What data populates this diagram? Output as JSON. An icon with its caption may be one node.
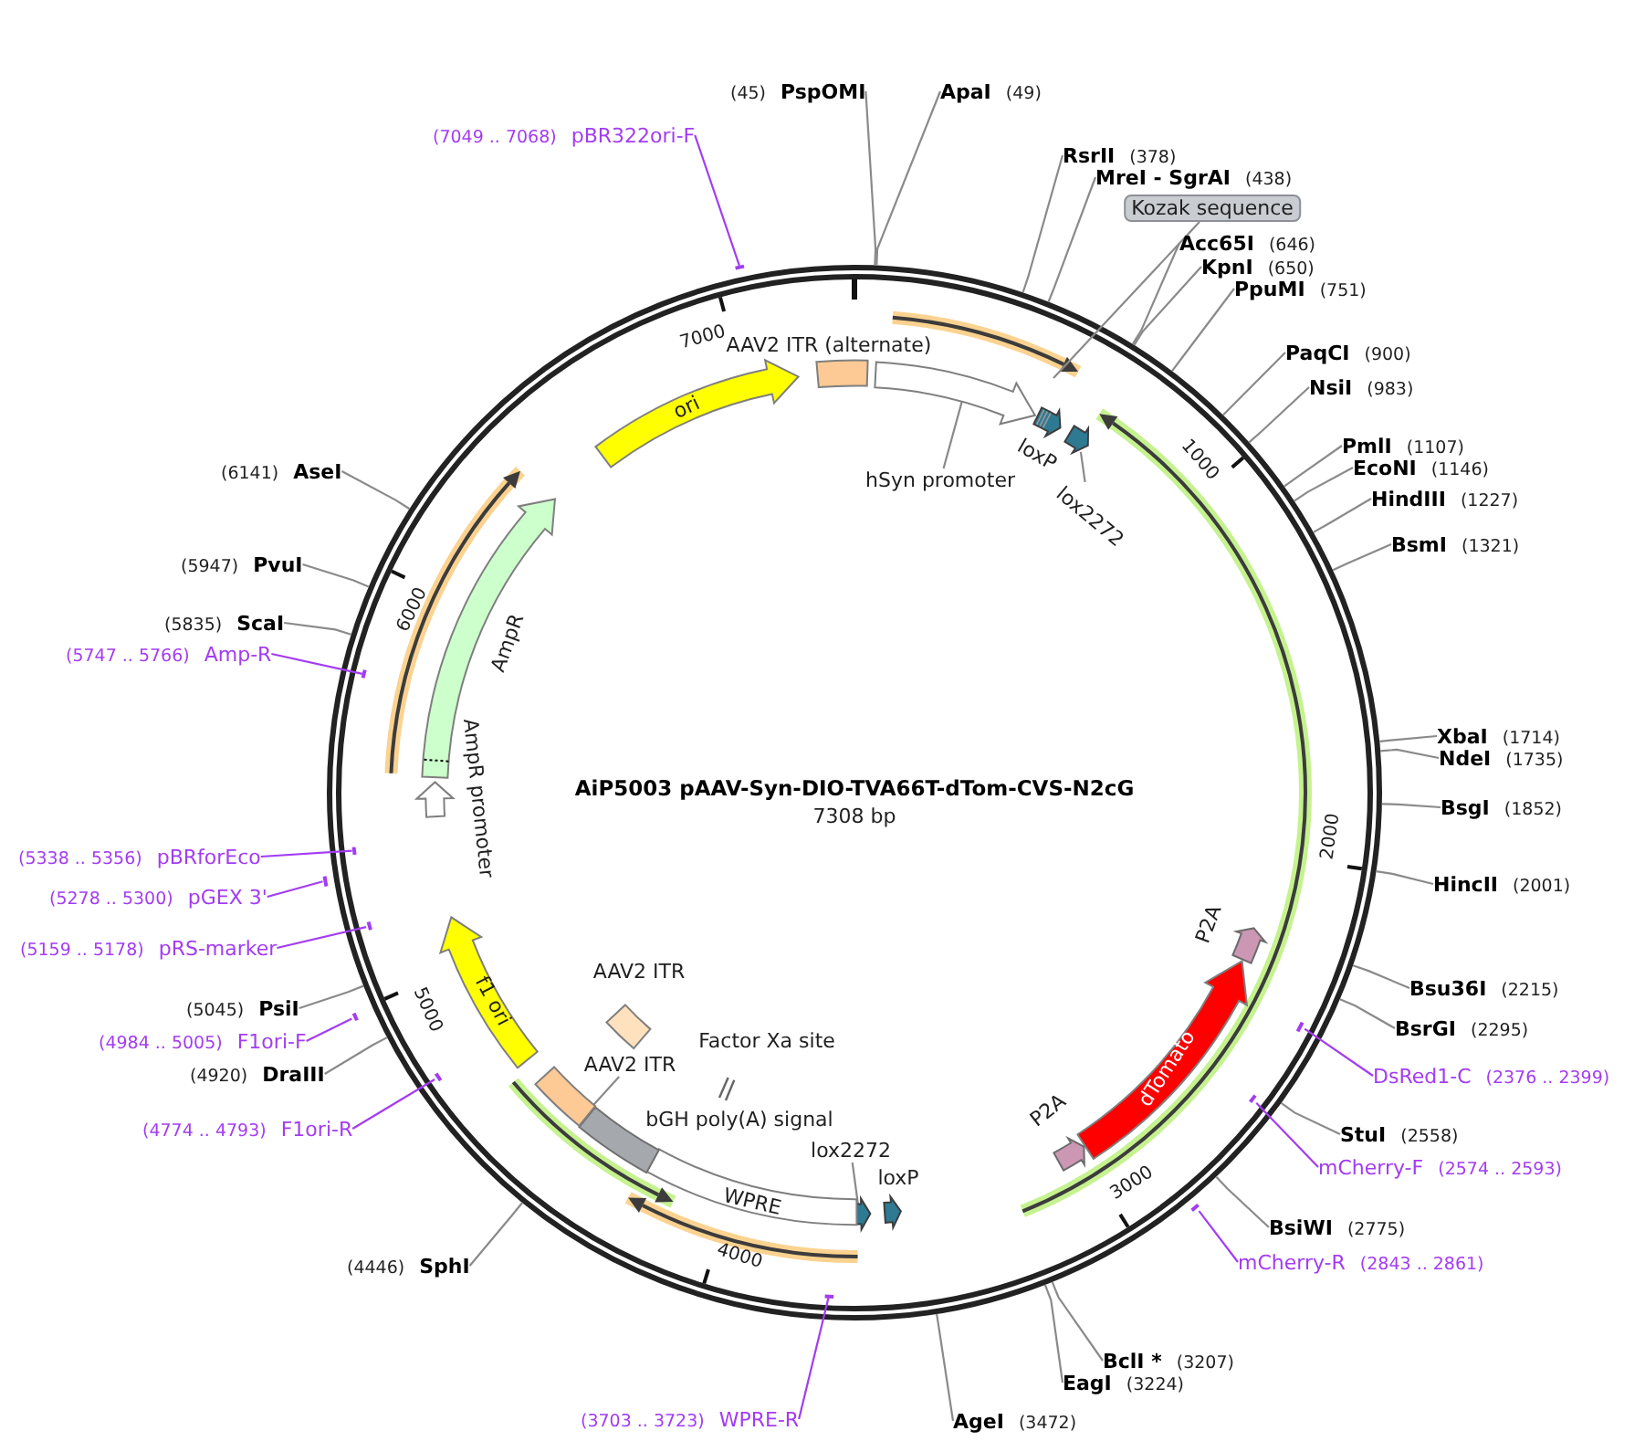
{
  "diagram": {
    "title": "AiP5003 pAAV-Syn-DIO-TVA66T-dTom-CVS-N2cG",
    "nodes": [
      {
        "text": [
          "(45)",
          "PspOMI"
        ]
      },
      {
        "text": [
          "ApaI",
          "(49)"
        ]
      },
      {
        "text": [
          "RsrII",
          "(378)"
        ]
      },
      {
        "text": [
          "MreI - SgrAI",
          "(438)"
        ]
      },
      {
        "text": [
          "Kozak sequence"
        ]
      },
      {
        "text": [
          "Acc65I",
          "(646)"
        ]
      },
      {
        "text": [
          "KpnI",
          "(650)"
        ]
      },
      {
        "text": [
          "PpuMI",
          "(751)"
        ]
      },
      {
        "text": [
          "PaqCI",
          "(900)"
        ]
      },
      {
        "text": [
          "NsiI",
          "(983)"
        ]
      },
      {
        "text": [
          "PmlI",
          "(1107)"
        ]
      },
      {
        "text": [
          "EcoNI",
          "(1146)"
        ]
      },
      {
        "text": [
          "HindIII",
          "(1227)"
        ]
      },
      {
        "text": [
          "BsmI",
          "(1321)"
        ]
      },
      {
        "text": [
          "XbaI",
          "(1714)"
        ]
      },
      {
        "text": [
          "NdeI",
          "(1735)"
        ]
      },
      {
        "text": [
          "BsgI",
          "(1852)"
        ]
      },
      {
        "text": [
          "HincII",
          "(2001)"
        ]
      },
      {
        "text": [
          "Bsu36I",
          "(2215)"
        ]
      },
      {
        "text": [
          "BsrGI",
          "(2295)"
        ]
      },
      {
        "text": [
          "DsRed1-C",
          "(2376 .. 2399)"
        ]
      },
      {
        "text": [],
        "shape": "bar"
      },
      {
        "text": [
          "StuI",
          "(2558)"
        ]
      },
      {
        "text": [
          "mCherry-F",
          "(2574 .. 2593)"
        ]
      },
      {
        "text": [],
        "shape": "bar"
      },
      {
        "text": [
          "BsiWI",
          "(2775)"
        ]
      },
      {
        "text": [
          "mCherry-R",
          "(2843 .. 2861)"
        ]
      },
      {
        "text": [],
        "shape": "bar"
      },
      {
        "text": [
          "BclI *",
          "(3207)"
        ]
      },
      {
        "text": [
          "EagI",
          "(3224)"
        ]
      },
      {
        "text": [
          "AgeI",
          "(3472)"
        ]
      },
      {
        "text": [
          "(3703 .. 3723)",
          "WPRE-R"
        ]
      },
      {
        "text": [],
        "shape": "bar"
      },
      {
        "text": [
          "(4446)",
          "SphI"
        ]
      },
      {
        "text": [
          "(4774 .. 4793)",
          "F1ori-R"
        ]
      },
      {
        "text": [],
        "shape": "bar"
      },
      {
        "text": [
          "(4920)",
          "DraIII"
        ]
      },
      {
        "text": [
          "(4984 .. 5005)",
          "F1ori-F"
        ]
      },
      {
        "text": [],
        "shape": "bar"
      },
      {
        "text": [
          "(5045)",
          "PsiI"
        ]
      },
      {
        "text": [
          "(5159 .. 5178)",
          "pRS-marker"
        ]
      },
      {
        "text": [],
        "shape": "bar"
      },
      {
        "text": [
          "(5278 .. 5300)",
          "pGEX 3'"
        ]
      },
      {
        "text": [],
        "shape": "bar"
      },
      {
        "text": [
          "(5338 .. 5356)",
          "pBRforEco"
        ]
      },
      {
        "text": [],
        "shape": "bar"
      },
      {
        "text": [
          "(5747 .. 5766)",
          "Amp-R"
        ]
      },
      {
        "text": [],
        "shape": "bar"
      },
      {
        "text": [
          "(5835)",
          "ScaI"
        ]
      },
      {
        "text": [
          "(5947)",
          "PvuI"
        ]
      },
      {
        "text": [
          "(6141)",
          "AseI"
        ]
      },
      {
        "text": [
          "(7049 .. 7068)",
          "pBR322ori-F"
        ]
      },
      {
        "text": [],
        "shape": "bar"
      },
      {
        "text": [
          "AAV2 ITR (alternate)"
        ]
      },
      {
        "text": [
          "hSyn promoter"
        ]
      },
      {
        "text": [],
        "shape": "arrow"
      },
      {
        "text": [
          "loxP"
        ]
      },
      {
        "text": [
          "lox2272"
        ]
      },
      {
        "text": [],
        "shape": "arrow"
      },
      {
        "text": [
          "P2A"
        ]
      },
      {
        "text": [
          "dTomato"
        ]
      },
      {
        "text": [
          "P2A"
        ]
      },
      {
        "text": [
          "loxP"
        ]
      },
      {
        "text": [
          "lox2272"
        ]
      },
      {
        "text": [],
        "shape": "arrow"
      },
      {
        "text": [
          "WPRE"
        ]
      },
      {
        "text": [
          "bGH poly(A) signal"
        ]
      },
      {
        "text": [
          "AAV2 ITR"
        ]
      },
      {
        "text": [],
        "shape": "box"
      },
      {
        "text": [
          "Factor Xa site"
        ]
      },
      {
        "text": [
          "AAV2 ITR"
        ]
      },
      {
        "text": [
          "f1 ori"
        ]
      },
      {
        "text": [
          "AmpR promoter"
        ]
      },
      {
        "text": [
          "AmpR"
        ]
      },
      {
        "text": [
          "ori"
        ]
      }
    ],
    "edges": [
      {
        "from": 0,
        "to": null,
        "arrow": "none"
      },
      {
        "from": 1,
        "to": null,
        "arrow": "none"
      },
      {
        "from": 2,
        "to": null,
        "arrow": "none"
      },
      {
        "from": 3,
        "to": null,
        "arrow": "none"
      },
      {
        "from": 4,
        "to": null,
        "arrow": "none"
      },
      {
        "from": 5,
        "to": null,
        "arrow": "none"
      },
      {
        "from": 6,
        "to": null,
        "arrow": "none"
      },
      {
        "from": 7,
        "to": null,
        "arrow": "none"
      },
      {
        "from": 8,
        "to": null,
        "arrow": "none"
      },
      {
        "from": 9,
        "to": null,
        "arrow": "none"
      },
      {
        "from": 10,
        "to": null,
        "arrow": "none"
      },
      {
        "from": 11,
        "to": null,
        "arrow": "none"
      },
      {
        "from": 12,
        "to": null,
        "arrow": "none"
      },
      {
        "from": 13,
        "to": null,
        "arrow": "none"
      },
      {
        "from": 14,
        "to": null,
        "arrow": "none"
      },
      {
        "from": 15,
        "to": null,
        "arrow": "none"
      },
      {
        "from": 16,
        "to": null,
        "arrow": "none"
      },
      {
        "from": 17,
        "to": null,
        "arrow": "none"
      },
      {
        "from": 18,
        "to": null,
        "arrow": "none"
      },
      {
        "from": 19,
        "to": null,
        "arrow": "none"
      },
      {
        "from": 20,
        "to": 21,
        "arrow": "none",
        "color": "#a33cf2"
      },
      {
        "from": 22,
        "to": null,
        "arrow": "none"
      },
      {
        "from": 23,
        "to": 24,
        "arrow": "none",
        "color": "#a33cf2"
      },
      {
        "from": 25,
        "to": null,
        "arrow": "none"
      },
      {
        "from": 26,
        "to": 27,
        "arrow": "none",
        "color": "#a33cf2"
      },
      {
        "from": 28,
        "to": null,
        "arrow": "none"
      },
      {
        "from": 29,
        "to": null,
        "arrow": "none"
      },
      {
        "from": 30,
        "to": null,
        "arrow": "none"
      },
      {
        "from": 31,
        "to": 32,
        "arrow": "none",
        "color": "#a33cf2"
      },
      {
        "from": 33,
        "to": null,
        "arrow": "none"
      },
      {
        "from": 34,
        "to": 35,
        "arrow": "none",
        "color": "#a33cf2"
      },
      {
        "from": 36,
        "to": null,
        "arrow": "none"
      },
      {
        "from": 37,
        "to": 38,
        "arrow": "none",
        "color": "#a33cf2"
      },
      {
        "from": 39,
        "to": null,
        "arrow": "none"
      },
      {
        "from": 40,
        "to": 41,
        "arrow": "none",
        "color": "#a33cf2"
      },
      {
        "from": 42,
        "to": 43,
        "arrow": "none",
        "color": "#a33cf2"
      },
      {
        "from": 44,
        "to": 45,
        "arrow": "none",
        "color": "#a33cf2"
      },
      {
        "from": 46,
        "to": 47,
        "arrow": "none",
        "color": "#a33cf2"
      },
      {
        "from": 48,
        "to": null,
        "arrow": "none"
      },
      {
        "from": 49,
        "to": null,
        "arrow": "none"
      },
      {
        "from": 50,
        "to": null,
        "arrow": "none"
      },
      {
        "from": 51,
        "to": 52,
        "arrow": "none",
        "color": "#a33cf2"
      },
      {
        "from": 54,
        "to": 55,
        "arrow": "none"
      },
      {
        "from": 57,
        "to": 58,
        "arrow": "none"
      },
      {
        "from": 63,
        "to": 64,
        "arrow": "none"
      },
      {
        "from": 67,
        "to": 68,
        "arrow": "none"
      }
    ],
    "labels": [
      "7308 bp",
      "1000",
      "2000",
      "3000",
      "4000",
      "5000",
      "6000",
      "7000"
    ]
  }
}
